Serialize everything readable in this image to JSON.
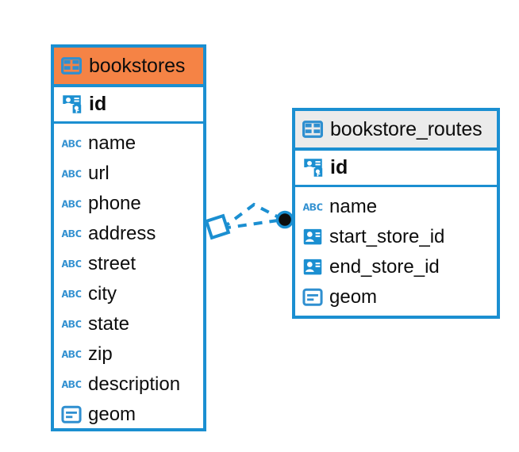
{
  "diagram": {
    "type": "entity-relationship-diagram",
    "background_color": "#ffffff",
    "accent_color": "#1b8fd1",
    "highlight_color": "#f58345",
    "header_grey": "#ebebeb",
    "text_color": "#0d0d0d"
  },
  "tables": [
    {
      "id": "bookstores",
      "name": "bookstores",
      "header_style": "orange",
      "table_icon": "table-icon",
      "primary_key": {
        "name": "id",
        "icon": "primary-key-icon"
      },
      "fields": [
        {
          "name": "name",
          "icon": "abc-text-icon"
        },
        {
          "name": "url",
          "icon": "abc-text-icon"
        },
        {
          "name": "phone",
          "icon": "abc-text-icon"
        },
        {
          "name": "address",
          "icon": "abc-text-icon"
        },
        {
          "name": "street",
          "icon": "abc-text-icon"
        },
        {
          "name": "city",
          "icon": "abc-text-icon"
        },
        {
          "name": "state",
          "icon": "abc-text-icon"
        },
        {
          "name": "zip",
          "icon": "abc-text-icon"
        },
        {
          "name": "description",
          "icon": "abc-text-icon"
        },
        {
          "name": "geom",
          "icon": "geometry-icon"
        }
      ]
    },
    {
      "id": "bookstore_routes",
      "name": "bookstore_routes",
      "header_style": "grey",
      "table_icon": "table-icon",
      "primary_key": {
        "name": "id",
        "icon": "primary-key-icon"
      },
      "fields": [
        {
          "name": "name",
          "icon": "abc-text-icon"
        },
        {
          "name": "start_store_id",
          "icon": "foreign-key-icon"
        },
        {
          "name": "end_store_id",
          "icon": "foreign-key-icon"
        },
        {
          "name": "geom",
          "icon": "geometry-icon"
        }
      ]
    }
  ],
  "relationship": {
    "from_table": "bookstores",
    "to_table": "bookstore_routes",
    "line_style": "dashed",
    "line_color": "#1b8fd1",
    "source_marker": "diamond-outline",
    "target_marker": "filled-circle",
    "target_marker_color": "#000000"
  },
  "icon_labels": {
    "abc": "ABC"
  }
}
